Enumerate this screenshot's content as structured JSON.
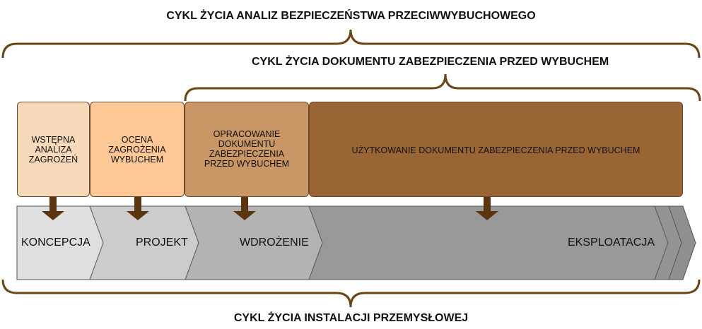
{
  "titles": {
    "top": "CYKL ŻYCIA ANALIZ BEZPIECZEŃSTWA PRZECIWWYBUCHOWEGO",
    "middle": "CYKL ŻYCIA DOKUMENTU ZABEZPIECZENIA PRZED WYBUCHEM",
    "bottom": "CYKL ŻYCIA INSTALACJI PRZEMYSŁOWEJ"
  },
  "analysis_boxes": [
    {
      "label": "WSTĘPNA\nANALIZA\nZAGROŻEŃ",
      "color": "#f5d9b8"
    },
    {
      "label": "OCENA\nZAGROŻENIA\nWYBUCHEM",
      "color": "#fdc895"
    },
    {
      "label": "OPRACOWANIE\nDOKUMENTU\nZABEZPIECZENIA\nPRZED WYBUCHEM",
      "color": "#c99666"
    },
    {
      "label": "UŻYTKOWANIE DOKUMENTU ZABEZPIECZENIA PRZED WYBUCHEM",
      "color": "#9a6535"
    }
  ],
  "phases": [
    {
      "label": "KONCEPCJA",
      "color": "#e0e0e0"
    },
    {
      "label": "PROJEKT",
      "color": "#cccccc"
    },
    {
      "label": "WDROŻENIE",
      "color": "#b3b3b3"
    },
    {
      "label": "EKSPLOATACJA",
      "color": "#999999"
    }
  ],
  "colors": {
    "bracket": "#6b4516",
    "arrow": "#5a3510",
    "box_border": "#6a4a2a",
    "chevron_border": "#555555"
  }
}
